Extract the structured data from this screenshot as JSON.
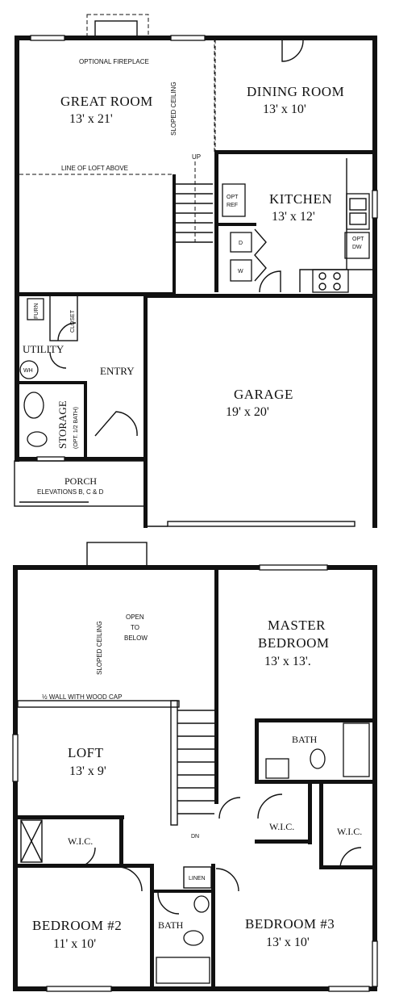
{
  "first_floor": {
    "optional_fireplace": "OPTIONAL FIREPLACE",
    "great_room": {
      "name": "GREAT ROOM",
      "size": "13' x 21'"
    },
    "sloped_ceiling": "SLOPED CEILING",
    "dining_room": {
      "name": "DINING ROOM",
      "size": "13' x 10'"
    },
    "line_of_loft": "LINE OF LOFT ABOVE",
    "up": "UP",
    "kitchen": {
      "name": "KITCHEN",
      "size": "13' x 12'"
    },
    "opt_ref": [
      "OPT",
      "REF"
    ],
    "opt_dw": [
      "OPT",
      "DW"
    ],
    "dryer": "D",
    "washer": "W",
    "furn": "FURN",
    "closet": "CLOSET",
    "utility": "UTILITY",
    "wh": "WH",
    "entry": "ENTRY",
    "storage": "STORAGE",
    "opt_half_bath": "(OPT. 1/2 BATH)",
    "garage": {
      "name": "GARAGE",
      "size": "19' x 20'"
    },
    "porch": "PORCH",
    "elevations": "ELEVATIONS B, C & D"
  },
  "second_floor": {
    "open_to_below": [
      "OPEN",
      "TO",
      "BELOW"
    ],
    "sloped_ceiling": "SLOPED CEILING",
    "master_bedroom": {
      "name": [
        "MASTER",
        "BEDROOM"
      ],
      "size": "13' x 13'."
    },
    "half_wall": "½ WALL WITH WOOD CAP",
    "loft": {
      "name": "LOFT",
      "size": "13' x 9'"
    },
    "bath_master": "BATH",
    "wic_left": "W.I.C.",
    "wic_master": "W.I.C.",
    "wic_right": "W.I.C.",
    "dn": "DN",
    "linen": "LINEN",
    "bedroom2": {
      "name": "BEDROOM #2",
      "size": "11' x 10'"
    },
    "bath": "BATH",
    "bedroom3": {
      "name": "BEDROOM #3",
      "size": "13' x 10'"
    }
  }
}
